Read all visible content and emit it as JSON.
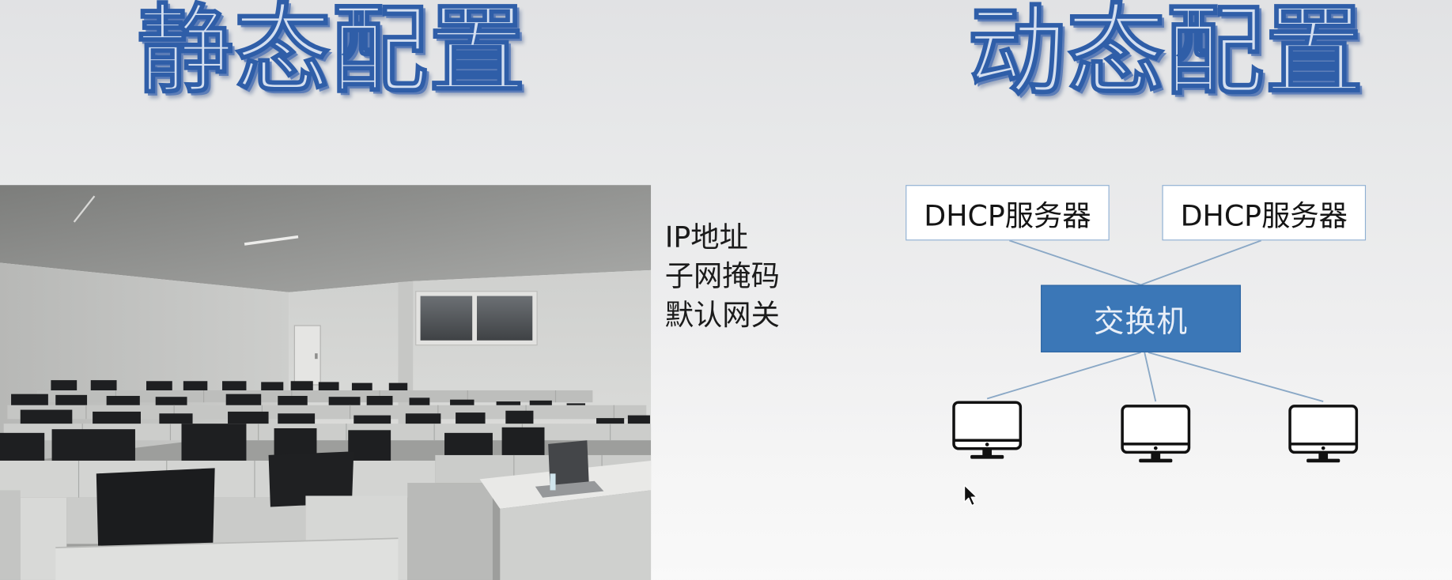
{
  "slide": {
    "static_config": {
      "title": "静态配置",
      "items": [
        "IP地址",
        "子网掩码",
        "默认网关"
      ]
    },
    "dynamic_config": {
      "title": "动态配置",
      "dhcp_servers": [
        "DHCP服务器",
        "DHCP服务器"
      ],
      "switch_label": "交换机"
    }
  },
  "icons": {
    "client": "monitor-icon",
    "cursor": "mouse-pointer-icon"
  },
  "colors": {
    "title_fill": "#d4dff0",
    "title_outline": "#2f5ea8",
    "switch_fill": "#3b77b7",
    "switch_text": "#e9eff8",
    "connector_line": "#8aa8c6",
    "server_border": "#8fb0d2"
  }
}
